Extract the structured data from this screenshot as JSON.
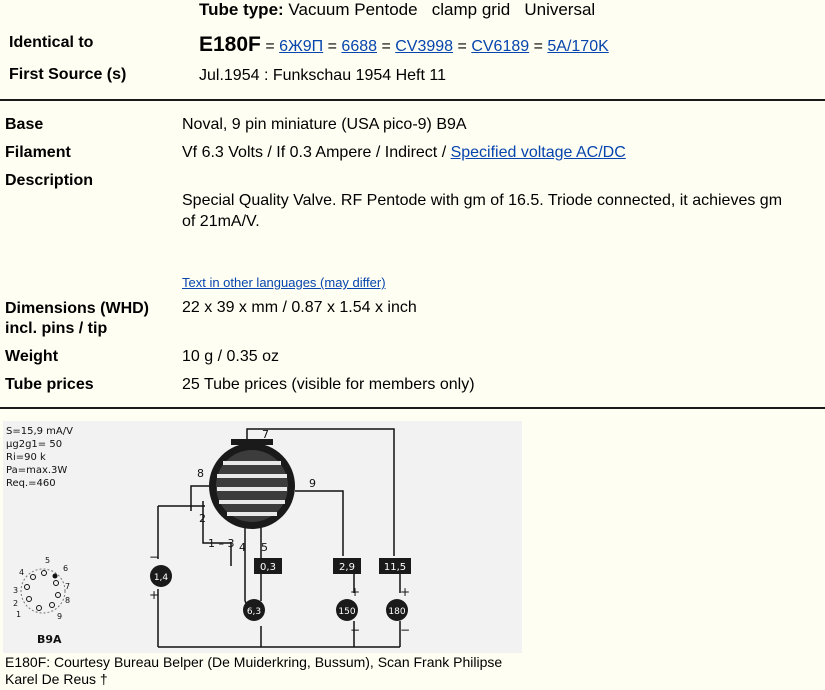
{
  "header": {
    "tube_type_label": "Tube type:",
    "tube_type_value": "Vacuum Pentode   clamp grid   Universal",
    "identical_label": "Identical to",
    "main_name": "E180F",
    "equivalents": [
      "6Ж9П",
      "6688",
      "CV3998",
      "CV6189",
      "5A/170K"
    ],
    "source_label": "First Source (s)",
    "source_value": "Jul.1954 : Funkschau 1954 Heft 11"
  },
  "details": {
    "base_label": "Base",
    "base_value": "Noval, 9 pin miniature (USA pico-9) B9A",
    "filament_label": "Filament",
    "filament_value": "Vf 6.3 Volts / If 0.3 Ampere / Indirect / ",
    "filament_link": "Specified voltage AC/DC",
    "description_label": "Description",
    "description_text": "Special Quality Valve. RF Pentode with gm of 16.5. Triode connected, it achieves gm of 21mA/V.",
    "other_languages_link": "Text in other languages (may differ)",
    "dimensions_label_1": "Dimensions (WHD)",
    "dimensions_label_2": "incl. pins / tip",
    "dimensions_value": "22 x 39 x mm / 0.87 x 1.54 x inch",
    "weight_label": "Weight",
    "weight_value": "10 g / 0.35 oz",
    "prices_label": "Tube prices",
    "prices_value": "25 Tube prices (visible for members only)"
  },
  "diagram": {
    "specs": [
      "S=15,9 mA/V",
      "µg2g1= 50",
      "Ri=90 k",
      "Pa=max.3W",
      "Req.=460"
    ],
    "base_name": "B9A",
    "pin_labels": [
      "1",
      "2",
      "3",
      "4",
      "5",
      "6",
      "7",
      "8",
      "9"
    ],
    "pin_numbers": {
      "p7": "7",
      "p8": "8",
      "p9": "9",
      "p2": "2",
      "p13": "1 – 3",
      "p4": "4",
      "p5": "5"
    },
    "voltages": {
      "heater": "6,3",
      "cathode": "1,4",
      "g2": "150",
      "anode": "180"
    },
    "currents": {
      "heater": "0,3",
      "g2": "2,9",
      "anode": "11,5"
    },
    "signs": {
      "plus": "+",
      "minus": "−"
    }
  },
  "caption": {
    "line1": "E180F: Courtesy Bureau Belper (De Muiderkring, Bussum), Scan Frank Philipse",
    "line2": "Karel De Reus †"
  }
}
